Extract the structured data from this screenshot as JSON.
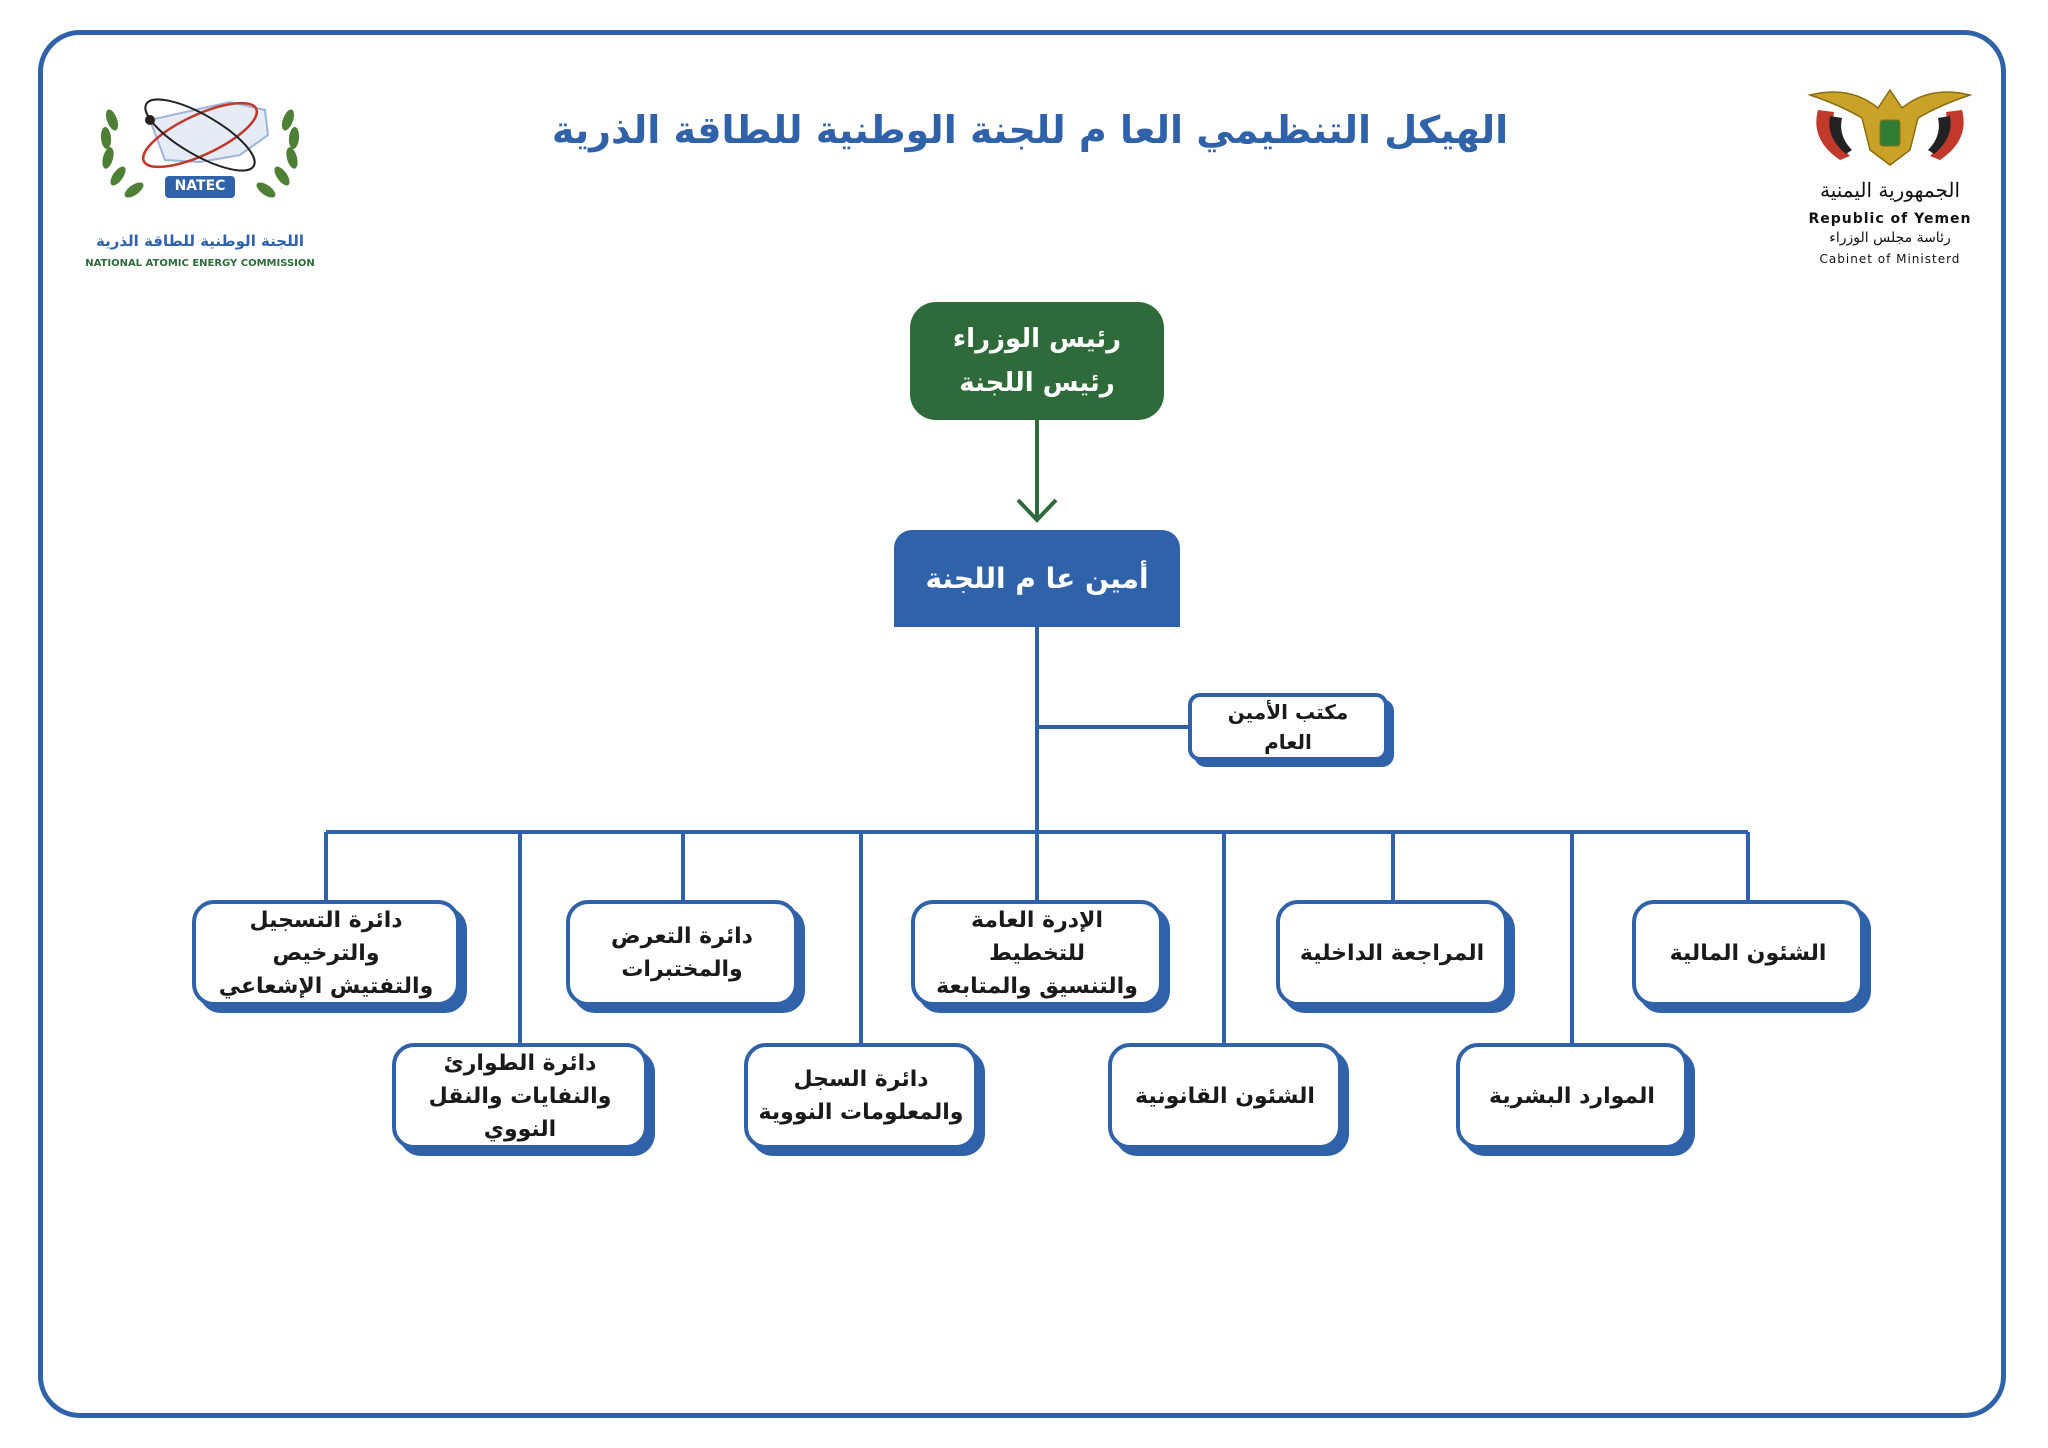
{
  "title": "الهيكل التنظيمي العا م للجنة الوطنية للطاقة الذرية",
  "logos": {
    "natec": {
      "badge": "NATEC",
      "name_ar": "اللجنة الوطنية للطاقة الذرية",
      "name_en": "NATIONAL ATOMIC ENERGY COMMISSION"
    },
    "yemen": {
      "script_ar": "الجمهورية اليمنية",
      "republic_en": "Republic of Yemen",
      "cabinet_ar": "رئاسة مجلس الوزراء",
      "cabinet_en": "Cabinet of Ministerd"
    }
  },
  "colors": {
    "blue": "#2f62a8",
    "green": "#2f6b3a",
    "olive": "#4f7f35"
  },
  "org": {
    "top": {
      "line1": "رئيس الوزراء",
      "line2": "رئيس اللجنة"
    },
    "secretary_general": "أمين عا م اللجنة",
    "office": "مكتب الأمين العام",
    "row1": [
      {
        "line1": "دائرة التسجيل والترخيص",
        "line2": "والتفتيش الإشعاعي"
      },
      {
        "line1": "دائرة التعرض",
        "line2": "والمختبرات"
      },
      {
        "line1": "الإدرة العامة للتخطيط",
        "line2": "والتنسيق والمتابعة"
      },
      {
        "line1": "المراجعة الداخلية",
        "line2": ""
      },
      {
        "line1": "الشئون المالية",
        "line2": ""
      }
    ],
    "row2": [
      {
        "line1": "دائرة الطوارئ",
        "line2": "والنفايات والنقل النووي"
      },
      {
        "line1": "دائرة السجل",
        "line2": "والمعلومات النووية"
      },
      {
        "line1": "الشئون القانونية",
        "line2": ""
      },
      {
        "line1": "الموارد البشرية",
        "line2": ""
      }
    ]
  }
}
